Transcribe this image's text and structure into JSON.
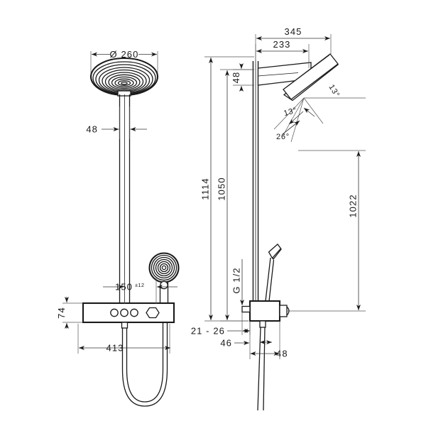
{
  "document": {
    "type": "technical-dimension-drawing",
    "subject": "Shower pipe / showerpipe thermostatic column",
    "background_color": "#ffffff",
    "line_color": "#1a1a1a",
    "views": [
      "front-elevation",
      "side-elevation"
    ]
  },
  "front_view": {
    "name": "front-elevation",
    "dimensions": {
      "overhead_shower_diameter": "Ø 260",
      "riser_pipe_width": "48",
      "handshower_holder_offset": "150",
      "handshower_holder_tolerance": "±12",
      "valve_body_height": "74",
      "hose_drop_length": "413"
    }
  },
  "side_view": {
    "name": "side-elevation",
    "dimensions": {
      "shower_arm_total_reach": "345",
      "shower_arm_reach": "233",
      "arm_thickness": "48",
      "overall_height": "1114",
      "shower_arm_height": "1050",
      "handshower_height": "1022",
      "connection_thread": "G 1/2",
      "wall_offset_range": "21 - 26",
      "valve_depth": "46",
      "outlet_width": "48"
    },
    "angles": {
      "head_tilt_upper": "13°",
      "head_tilt_lower": "13°",
      "head_tilt_total": "26°"
    }
  },
  "labels": {
    "diameter_symbol": "Ø",
    "degree_symbol": "°"
  }
}
